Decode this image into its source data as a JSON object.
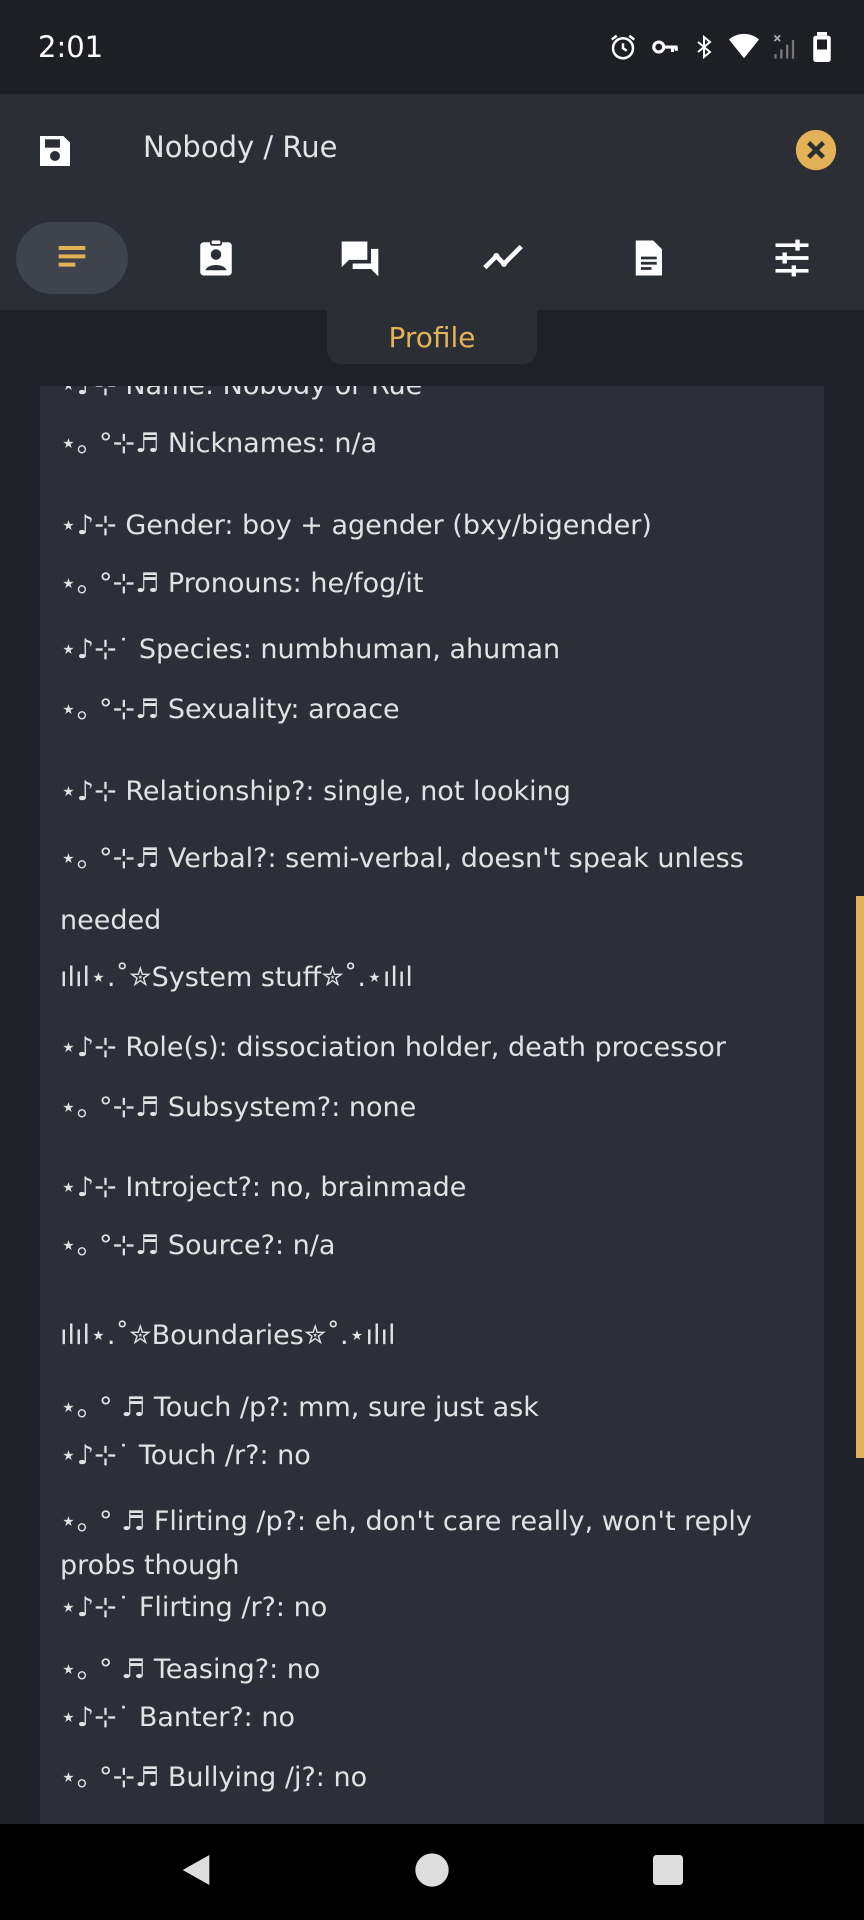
{
  "status_bar": {
    "time": "2:01",
    "icons": [
      "alarm-icon",
      "key-icon",
      "bluetooth-icon",
      "wifi-icon",
      "cell-signal-icon",
      "battery-icon"
    ]
  },
  "app_bar": {
    "title": "Nobody / Rue",
    "save_icon": "save-icon",
    "close_icon": "close-icon"
  },
  "tabs": {
    "items": [
      {
        "name": "description",
        "icon": "lines-icon",
        "active": true
      },
      {
        "name": "members",
        "icon": "badge-icon",
        "active": false
      },
      {
        "name": "messages",
        "icon": "chat-icon",
        "active": false
      },
      {
        "name": "stats",
        "icon": "chart-icon",
        "active": false
      },
      {
        "name": "notes",
        "icon": "document-icon",
        "active": false
      },
      {
        "name": "settings",
        "icon": "sliders-icon",
        "active": false
      }
    ],
    "active_label": "Profile"
  },
  "profile": {
    "lines": [
      " ⋆♪⊹       Name: Nobody or Rue",
      "⋆｡ °⊹♬ Nicknames: n/a",
      " ⋆♪⊹       Gender: boy + agender (bxy/bigender)",
      "⋆｡ °⊹♬ Pronouns: he/fog/it",
      " ⋆♪⊹˙      Species: numbhuman, ahuman",
      "⋆｡ °⊹♬ Sexuality: aroace",
      " ⋆♪⊹       Relationship?: single, not looking",
      "⋆｡ °⊹♬ Verbal?: semi-verbal, doesn't speak unless needed",
      "ılıl⋆.˚✮System stuff✮˚.⋆ılıl",
      " ⋆♪⊹       Role(s): dissociation holder, death processor",
      "⋆｡ °⊹♬ Subsystem?: none",
      " ⋆♪⊹       Introject?: no, brainmade",
      "⋆｡ °⊹♬ Source?: n/a",
      "ılıl⋆.˚✮Boundaries✮˚.⋆ılıl",
      "⋆｡ ° ♬ Touch /p?: mm, sure just ask",
      " ⋆♪⊹˙      Touch /r?: no",
      "⋆｡ ° ♬ Flirting /p?: eh, don't care really, won't reply probs though",
      " ⋆♪⊹˙      Flirting /r?: no",
      "⋆｡ ° ♬ Teasing?: no",
      " ⋆♪⊹˙      Banter?: no",
      "⋆｡ °⊹♬ Bullying /j?: no"
    ]
  },
  "colors": {
    "accent": "#e3b256",
    "background": "#1f2128",
    "surface": "#2b2e35",
    "content": "#2c2f37",
    "text": "#e2e2e2"
  },
  "nav": {
    "back": "back-icon",
    "home": "home-icon",
    "recents": "recents-icon"
  }
}
